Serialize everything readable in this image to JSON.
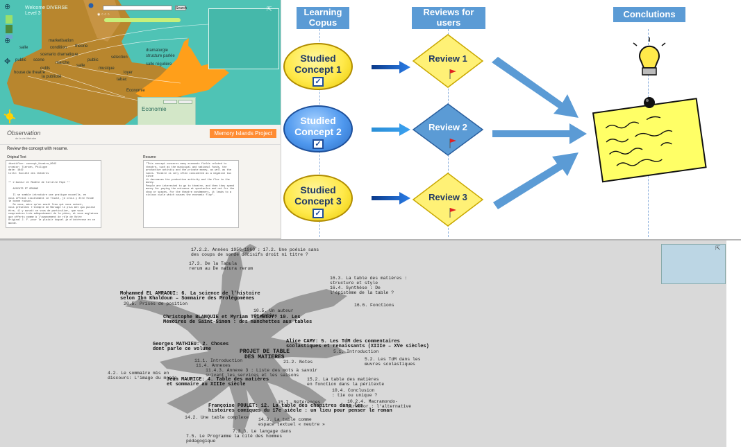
{
  "map": {
    "header_line1": "Welcome DIVERSE",
    "header_line2": "Level 3",
    "search_button": "Search",
    "popup_title": "Economie",
    "labels": [
      "marketisation",
      "salle",
      "condition",
      "theorie",
      "scenario dramatique",
      "public",
      "scene",
      "marche",
      "salle",
      "public",
      "musique",
      "outils",
      "house de theatre",
      "la publicité",
      "Economie",
      "tabac",
      "loyer",
      "sélection",
      "dramaturgie",
      "structure parlée",
      "salle régulière"
    ]
  },
  "review": {
    "logo_text": "Observation",
    "logo_sub": "de la vie littéraire",
    "project_button": "Memory Islands Project",
    "heading": "Review the concept with resume.",
    "original_label": "Original Text",
    "resume_label": "Resume",
    "original_text": "identifier: concept_theatre_0042\ncreator: Tiersen, Philippe\ndate: 1842\ntitle: Société des théâtres\n\n\n** L'Auteur et Modèle de Virville Pape **\n\n   AVOCATS ET ORGANE\n\n   Il se semble introduire une pratique nouvelle, en\nnous offrant visiblement ce Traité, je crois y être fondé\nle bonne raison.\n   De vous, mère qu'en avait lieu qui vous soient,\nvous présentez l'exemple de Mariage le plus met qui puisse\nêtre, il y aurait ce vous de particulier, que vous\ncomprendrez très adéquatement de la pièce, et vous anglaises\nque offerts comme à l'avancement de rôle de Votre\nOriginal J. F. pour le plaisir duquel je m'intéresse en ce\nmonde.",
    "resume_text": "\"This concept concerns many economic fields related to\ntheatre, such as the municipal and national funds, the\nproductive activity and the private money, as well as the\ntaxes. Theatre is very often considered as a negative tax since\nit decreases the productive activity and the flux to the money.\nPeople are interested to go to theatre, and then they spend\nmoney for paying the entrance at spectacles and not for the\nshop or spaces. For the theatre condemners, it leads to a\nvicious cycle which causes the economic flop\"."
  },
  "flow": {
    "headers": {
      "learning": [
        "Learning",
        "Copus"
      ],
      "reviews": [
        "Reviews for",
        "users"
      ],
      "conclusions": "Conclutions"
    },
    "concepts": [
      {
        "line1": "Studied",
        "line2": "Concept 1",
        "variant": "yellow"
      },
      {
        "line1": "Studied",
        "line2": "Concept 2",
        "variant": "blue"
      },
      {
        "line1": "Studied",
        "line2": "Concept 3",
        "variant": "yellow"
      }
    ],
    "reviews": [
      {
        "label": "Review 1",
        "variant": "yellow"
      },
      {
        "label": "Review 2",
        "variant": "blue"
      },
      {
        "label": "Review 3",
        "variant": "yellow"
      }
    ],
    "colors": {
      "header_blue": "#5b9bd5",
      "arrow_blue": "#1f66d6",
      "big_arrow_blue": "#5b9bd5",
      "note_yellow": "#ffff66",
      "flag_red": "#e02020"
    }
  },
  "tree": {
    "labels": [
      {
        "text": "17.2.2. Années 1950-1960 : 17.2. Une poésie sans",
        "bold": false
      },
      {
        "text": "des coups de sonde décisifs droit ni titre ?",
        "bold": false
      },
      {
        "text": "17.3. De la Tabula",
        "bold": false
      },
      {
        "text": "rerum au De natura rerum",
        "bold": false
      },
      {
        "text": "16.3. La table des matières :",
        "bold": false
      },
      {
        "text": "structure et style",
        "bold": false
      },
      {
        "text": "16.4. Synthèse : De",
        "bold": false
      },
      {
        "text": "l'épistème de la table ?",
        "bold": false
      },
      {
        "text": "Mohammed EL AMRAOUI: 6. La science de l'histoire",
        "bold": true
      },
      {
        "text": "selon Ibn Khaldoun – Sommaire des Prolégomènes",
        "bold": true
      },
      {
        "text": "20.5. Prises de position",
        "bold": false
      },
      {
        "text": "16.6. Fonctions",
        "bold": false
      },
      {
        "text": "10.5. Un auteur",
        "bold": false
      },
      {
        "text": "de tables",
        "bold": false
      },
      {
        "text": "Christophe BLANQUIE et Myriam TSIMBIDY: 10. Les",
        "bold": true
      },
      {
        "text": "Mémoires de Saint-Simon : des manchettes aux tables",
        "bold": true
      },
      {
        "text": "Alice CAMY: 5. Les TdM des commentaires",
        "bold": true
      },
      {
        "text": "scolastiques et renaissants (XIIIe – XVe siècles)",
        "bold": true
      },
      {
        "text": "Georges MATHIEU: 2. Choses",
        "bold": true
      },
      {
        "text": "dont parle ce volume",
        "bold": true
      },
      {
        "text": "PROJET DE TABLE",
        "bold": true
      },
      {
        "text": "DES MATIERES",
        "bold": true
      },
      {
        "text": "5.1. Introduction",
        "bold": false
      },
      {
        "text": "5.2. Les TdM dans les",
        "bold": false
      },
      {
        "text": "œuvres scolastiques",
        "bold": false
      },
      {
        "text": "11.1. Introduction",
        "bold": false
      },
      {
        "text": "21.2. Notes",
        "bold": false
      },
      {
        "text": "11.4. Annexes",
        "bold": false
      },
      {
        "text": "11.4.3. Annexe 3 : Liste des mots à savoir",
        "bold": false
      },
      {
        "text": "suivant les services et les saisons",
        "bold": false
      },
      {
        "text": "4.2. Le sommaire mis en",
        "bold": false
      },
      {
        "text": "discours: L'image du monde",
        "bold": false
      },
      {
        "text": "Jean MAURICE: 4. Table des matières",
        "bold": true
      },
      {
        "text": "et sommaire au XIIIe siècle",
        "bold": true
      },
      {
        "text": "15.2. La table des matières",
        "bold": false
      },
      {
        "text": "en fonction dans la péritexte",
        "bold": false
      },
      {
        "text": "10.4. Conclusion",
        "bold": false
      },
      {
        "text": ": tie ou unique ?",
        "bold": false
      },
      {
        "text": "10.2.4. Macramondo-",
        "bold": false
      },
      {
        "text": "director : l'alternative",
        "bold": false
      },
      {
        "text": "15.7. Références",
        "bold": false
      },
      {
        "text": "Françoise POULET: 12. La table des chapitres dans les",
        "bold": true
      },
      {
        "text": "histoires comiques du 17e siècle : un lieu pour penser le roman",
        "bold": true
      },
      {
        "text": "14.2. Une table complexe",
        "bold": false
      },
      {
        "text": "14.3. La table comme",
        "bold": false
      },
      {
        "text": "espace textuel « neutre »",
        "bold": false
      },
      {
        "text": "7.3.3. Le langage dans",
        "bold": false
      },
      {
        "text": "7.5. Le Programme la cité des hommes",
        "bold": false
      },
      {
        "text": "pédagogique",
        "bold": false
      }
    ]
  }
}
